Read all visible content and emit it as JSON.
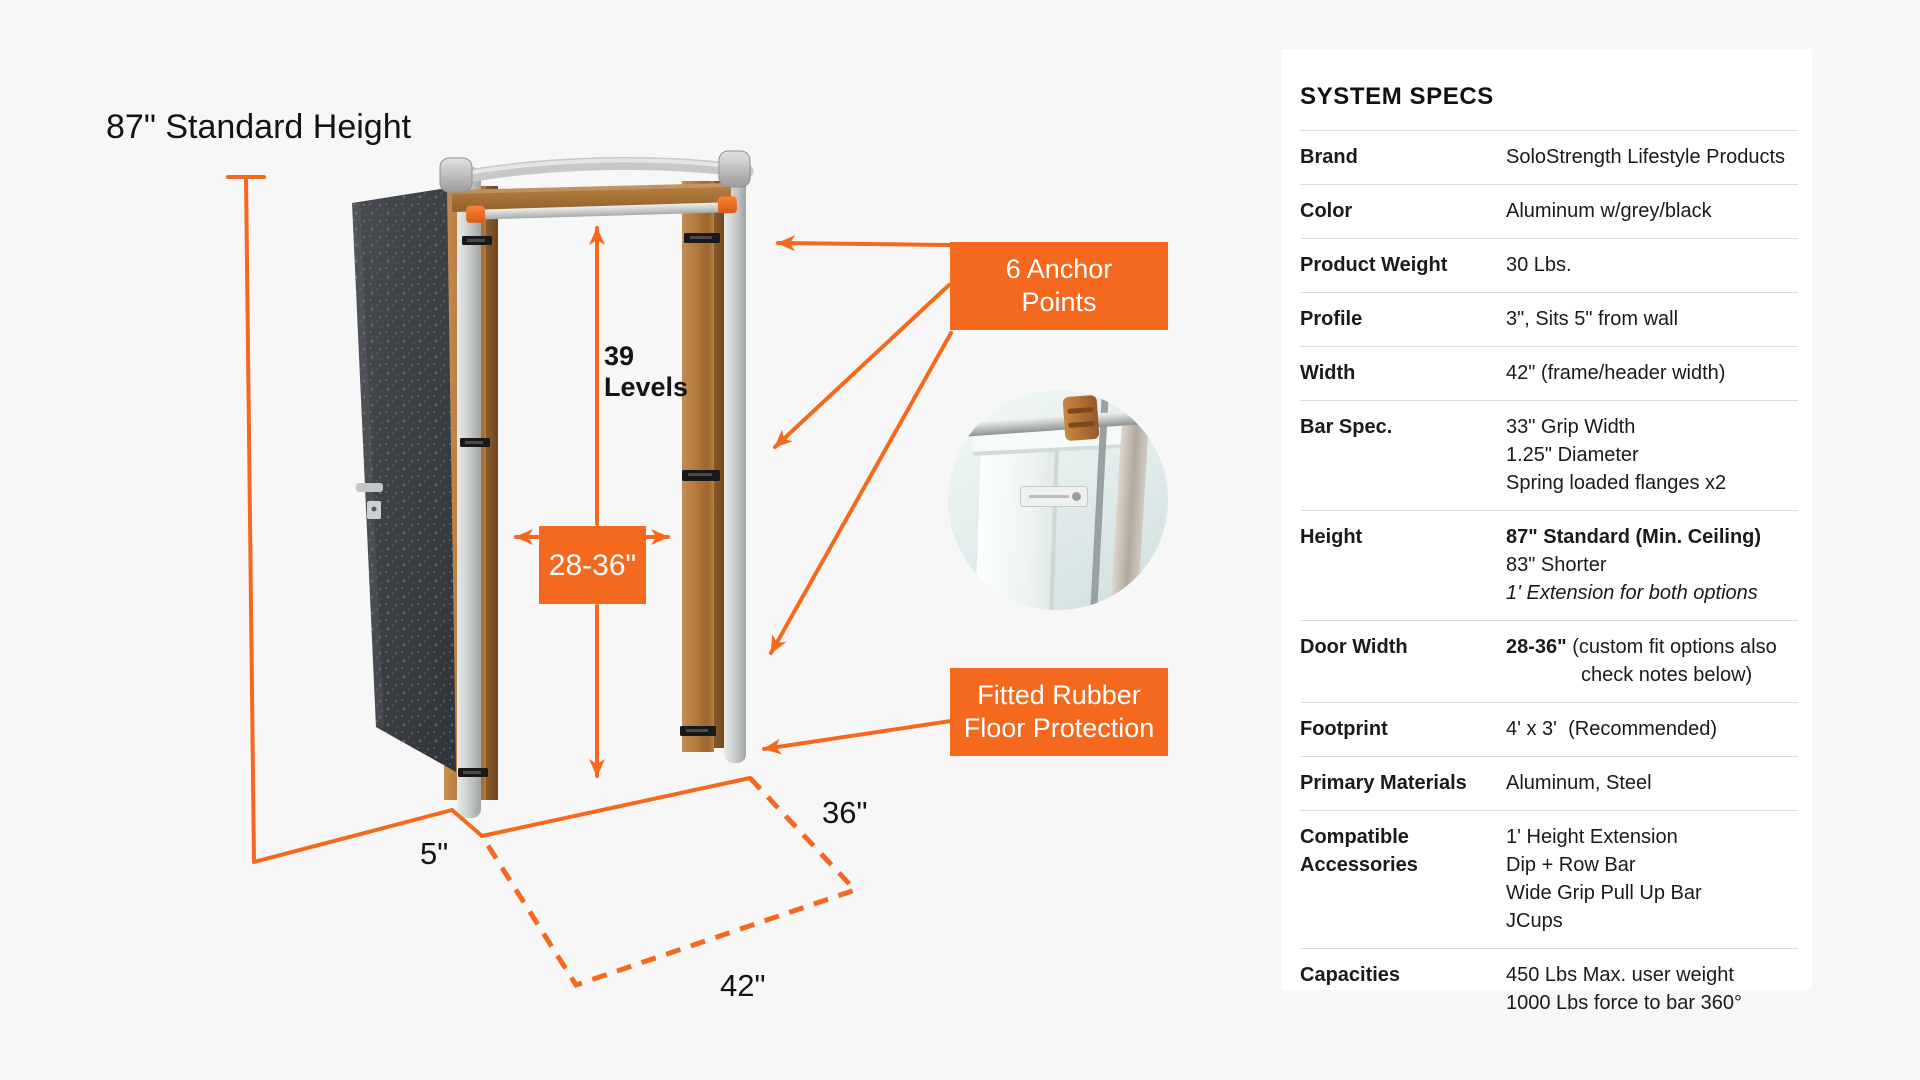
{
  "colors": {
    "accent": "#f4691e"
  },
  "diagram": {
    "standard_height": "87\" Standard Height",
    "levels": "39\nLevels",
    "door_width_badge": "28-36\"",
    "anchor_badge": "6 Anchor\nPoints",
    "floor_badge": "Fitted Rubber\nFloor Protection",
    "offset_from_wall": "5\"",
    "footprint_depth": "36\"",
    "footprint_width": "42\""
  },
  "specs": {
    "title": "SYSTEM SPECS",
    "rows": [
      {
        "label": "Brand",
        "lines": [
          "SoloStrength Lifestyle Products"
        ]
      },
      {
        "label": "Color",
        "lines": [
          "Aluminum w/grey/black"
        ]
      },
      {
        "label": "Product Weight",
        "lines": [
          "30 Lbs."
        ]
      },
      {
        "label": "Profile",
        "lines": [
          "3\", Sits 5\" from wall"
        ]
      },
      {
        "label": "Width",
        "lines": [
          "42\" (frame/header width)"
        ]
      },
      {
        "label": "Bar Spec.",
        "lines": [
          "33\" Grip Width",
          "1.25\" Diameter",
          "Spring loaded flanges x2"
        ]
      },
      {
        "label": "Height",
        "lines": [
          "87\" Standard (Min. Ceiling)",
          "83\" Shorter",
          "1' Extension for both options"
        ]
      },
      {
        "label": "Door Width",
        "value_bold": "28-36\"",
        "value_rest": " (custom fit options also",
        "value_line2": "check notes below)"
      },
      {
        "label": "Footprint",
        "lines": [
          "4' x 3'  (Recommended)"
        ]
      },
      {
        "label": "Primary Materials",
        "lines": [
          "Aluminum, Steel"
        ]
      },
      {
        "label": "Compatible Accessories",
        "lines": [
          "1' Height Extension",
          "Dip + Row Bar",
          "Wide Grip Pull Up Bar",
          "JCups"
        ]
      },
      {
        "label": "Capacities",
        "lines": [
          "450 Lbs Max. user weight",
          "1000 Lbs force to bar 360°"
        ]
      }
    ]
  }
}
